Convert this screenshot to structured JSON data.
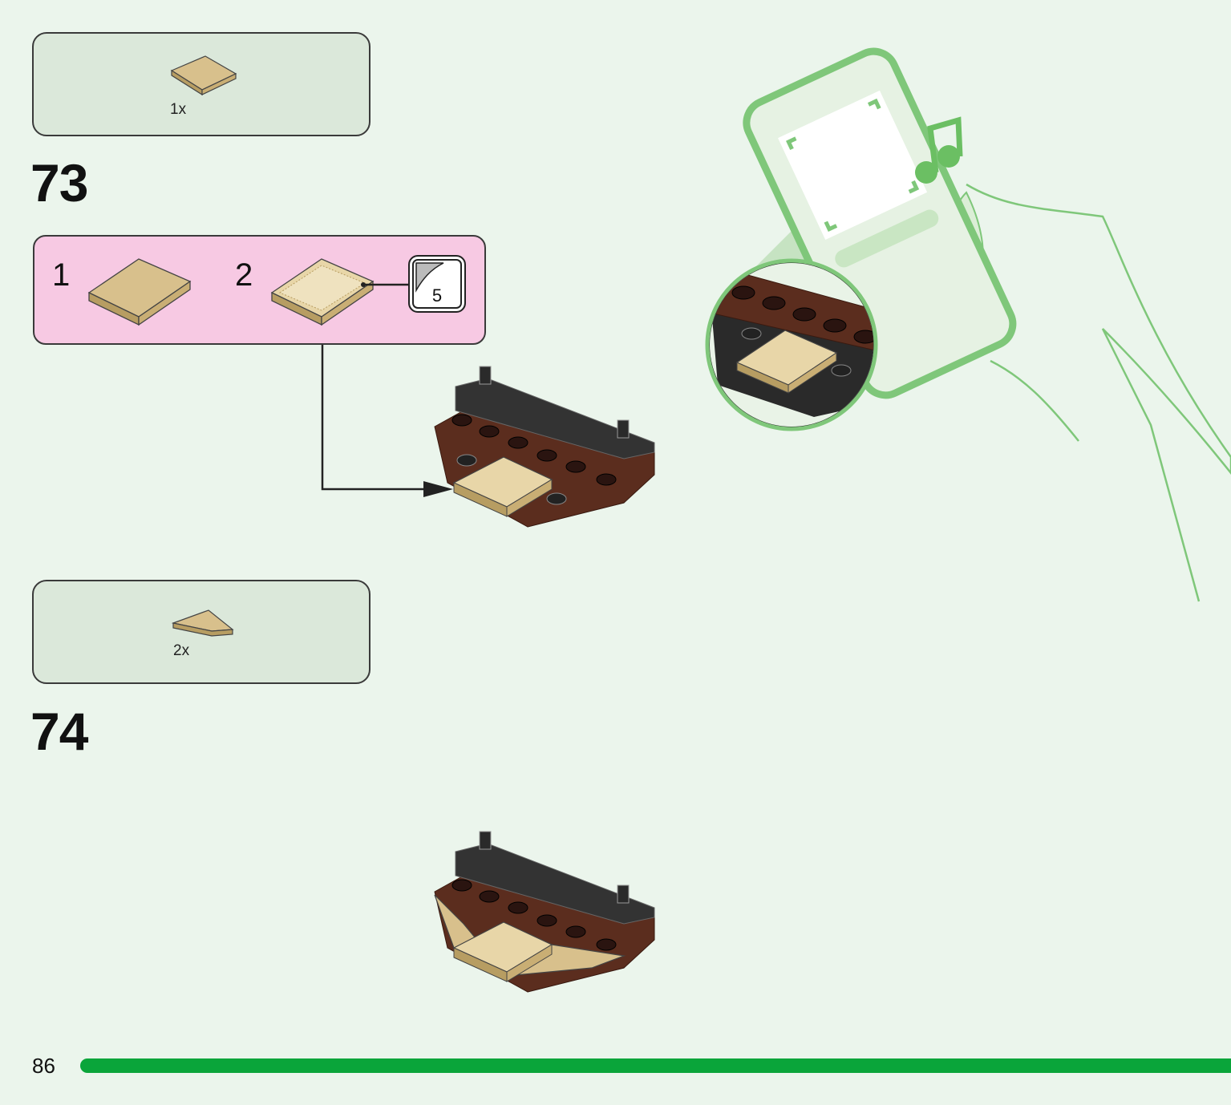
{
  "step73": {
    "number": "73",
    "parts_qty": "1x",
    "substeps": [
      {
        "label": "1"
      },
      {
        "label": "2"
      }
    ],
    "sticker_number": "5"
  },
  "step74": {
    "number": "74",
    "parts_qty": "2x"
  },
  "page": {
    "number": "86",
    "accent_color": "#0aa53a"
  },
  "illustration": {
    "phone_icon": "music-note-icon"
  }
}
